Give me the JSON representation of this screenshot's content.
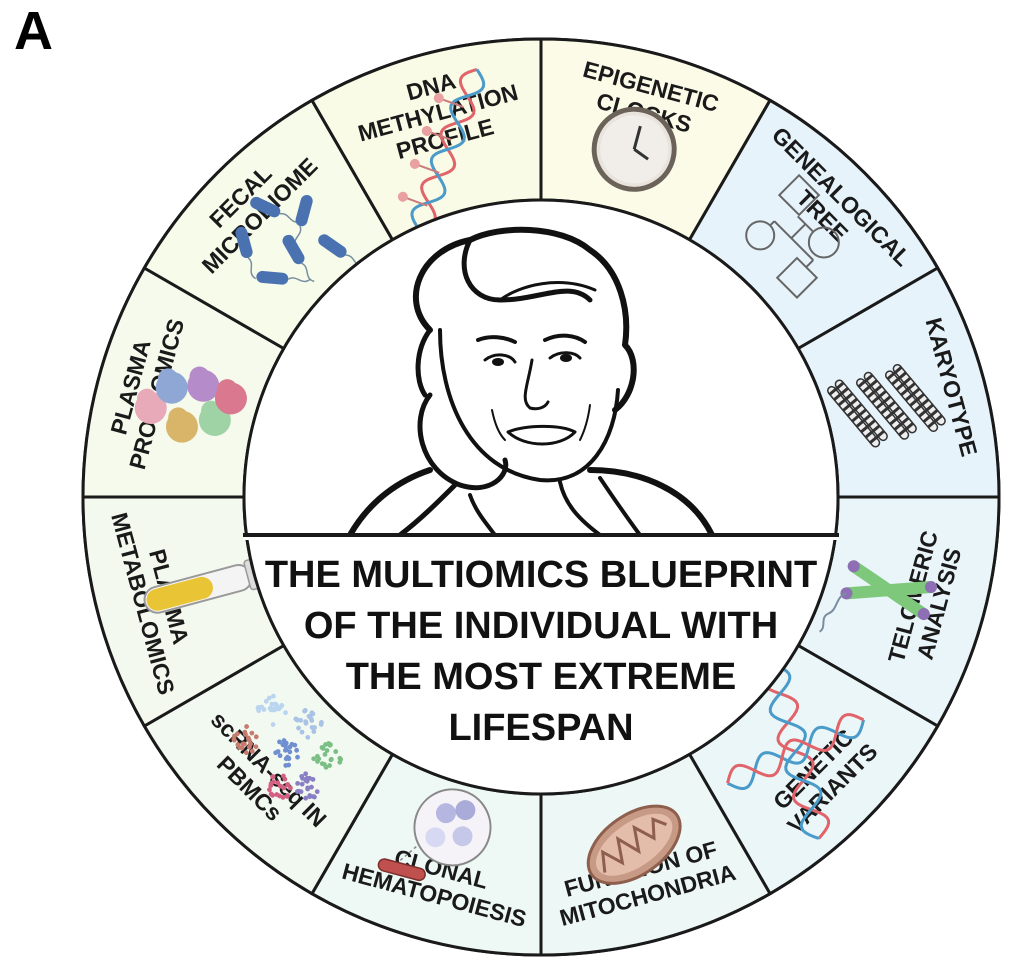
{
  "panel_letter": "A",
  "center_title": [
    "THE MULTIOMICS BLUEPRINT",
    "OF THE INDIVIDUAL WITH",
    "THE MOST EXTREME",
    "LIFESPAN"
  ],
  "segments": [
    {
      "id": "epigenetic-clocks",
      "lines": [
        "EPIGENETIC",
        "CLOCKS"
      ],
      "fill": "#fbfbe8",
      "icon": "clock-icon"
    },
    {
      "id": "genealogical-tree",
      "lines": [
        "GENEALOGICAL",
        "TREE"
      ],
      "fill": "#e6f3fb",
      "icon": "pedigree-icon"
    },
    {
      "id": "karyotype",
      "lines": [
        "KARYOTYPE"
      ],
      "fill": "#e6f3fb",
      "icon": "chromosomes-icon"
    },
    {
      "id": "telomeric-analysis",
      "lines": [
        "TELOMERIC",
        "ANALYSIS"
      ],
      "fill": "#e9f5f9",
      "icon": "telomere-chromosome-icon"
    },
    {
      "id": "genetic-variants",
      "lines": [
        "GENETIC",
        "VARIANTS"
      ],
      "fill": "#ebf6f8",
      "icon": "dna-helix-icon"
    },
    {
      "id": "function-of-mitochondria",
      "lines": [
        "FUNCTION OF",
        "MITOCHONDRIA"
      ],
      "fill": "#edf7f6",
      "icon": "mitochondrion-icon"
    },
    {
      "id": "clonal-hematopoiesis",
      "lines": [
        "CLONAL",
        "HEMATOPOIESIS"
      ],
      "fill": "#eef8f5",
      "icon": "blood-cells-icon"
    },
    {
      "id": "scrna-seq",
      "lines": [
        "scRNA-seq IN",
        "PBMCs"
      ],
      "fill": "#f2f9f0",
      "icon": "cell-clusters-icon"
    },
    {
      "id": "plasma-metabolomics",
      "lines": [
        "PLASMA",
        "METABOLOMICS"
      ],
      "fill": "#f3f9ee",
      "icon": "test-tube-icon"
    },
    {
      "id": "plasma-proteomics",
      "lines": [
        "PLASMA",
        "PROTEOMICS"
      ],
      "fill": "#f5faec",
      "icon": "proteins-icon"
    },
    {
      "id": "fecal-microbiome",
      "lines": [
        "FECAL",
        "MICROBIOME"
      ],
      "fill": "#f7fbea",
      "icon": "bacteria-icon"
    },
    {
      "id": "dna-methylation-profile",
      "lines": [
        "DNA",
        "METHYLATION",
        "PROFILE"
      ],
      "fill": "#f9fbe6",
      "icon": "methylated-dna-icon"
    }
  ],
  "colors": {
    "outline": "#1a1a1a",
    "dna_red": "#e0646a",
    "dna_blue": "#4a9bc9",
    "bacteria": "#4a72b0",
    "telomere_green": "#7dc87a",
    "telomere_purple": "#8e6fb5"
  }
}
